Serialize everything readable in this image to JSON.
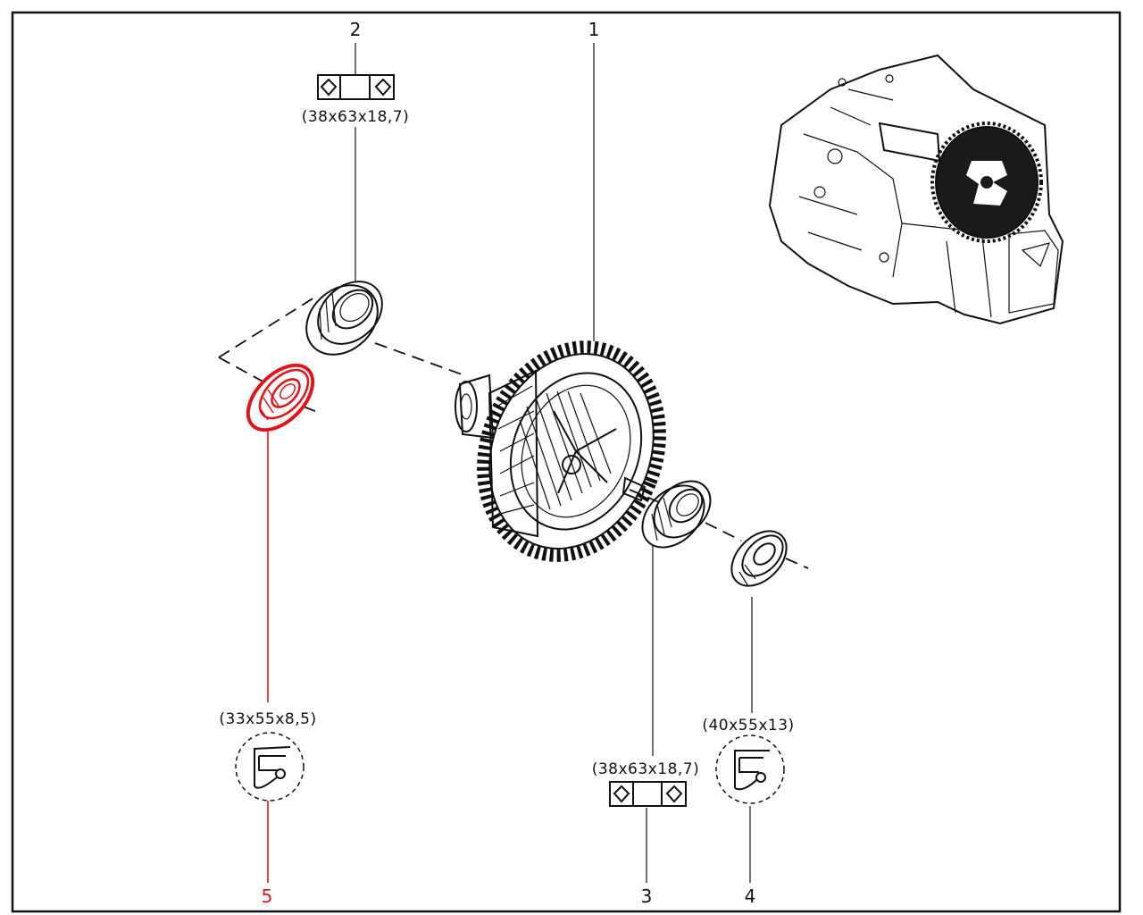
{
  "callouts": [
    {
      "number": "1"
    },
    {
      "number": "2",
      "spec": "(38x63x18,7)"
    },
    {
      "number": "3",
      "spec": "(38x63x18,7)"
    },
    {
      "number": "4",
      "spec": "(40x55x13)"
    },
    {
      "number": "5",
      "spec": "(33x55x8,5)"
    }
  ],
  "colors": {
    "highlight": "#e0141a",
    "ink": "#111111",
    "frame": "#111111"
  }
}
